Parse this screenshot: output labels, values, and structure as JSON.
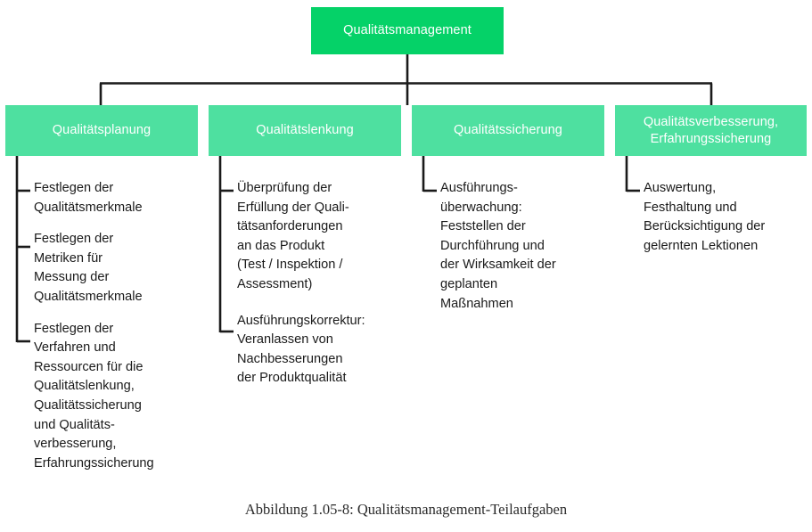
{
  "diagram": {
    "type": "hierarchy-tree",
    "colors": {
      "root_box": "#05d268",
      "branch_box": "#4ee0a0",
      "box_text": "#ffffff",
      "body_text": "#1a1a1a",
      "connector_line": "#1a1a1a",
      "background": "#ffffff"
    },
    "root": {
      "label": "Qualitätsmanagement"
    },
    "branches": [
      {
        "label": "Qualitätsplanung",
        "bullets": [
          "Festlegen der\nQualitätsmerkmale",
          "Festlegen der\nMetriken für\nMessung der\nQualitätsmerkmale",
          "Festlegen der\nVerfahren und\nRessourcen für die\nQualitätslenkung,\nQualitätssicherung\nund Qualitäts-\nverbesserung,\nErfahrungssicherung"
        ]
      },
      {
        "label": "Qualitätslenkung",
        "bullets": [
          "Überprüfung der\nErfüllung der Quali-\ntätsanforderungen\nan das Produkt\n(Test / Inspektion /\nAssessment)",
          "Ausführungskorrektur:\nVeranlassen von\nNachbesserungen\nder Produktqualität"
        ]
      },
      {
        "label": "Qualitätssicherung",
        "bullets": [
          "Ausführungs-\nüberwachung:\nFeststellen der\nDurchführung und\nder Wirksamkeit der\ngeplanten\nMaßnahmen"
        ]
      },
      {
        "label": "Qualitätsverbesserung,\nErfahrungssicherung",
        "bullets": [
          "Auswertung,\nFesthaltung und\nBerücksichtigung der\ngelernten Lektionen"
        ]
      }
    ]
  },
  "caption": {
    "text": "Abbildung 1.05-8: Qualitätsmanagement-Teilaufgaben"
  }
}
